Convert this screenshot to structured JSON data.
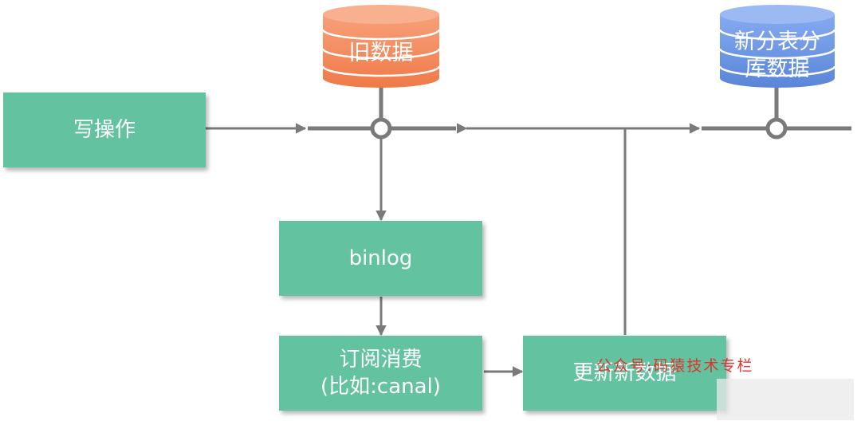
{
  "diagram": {
    "write_box": {
      "label": "写操作"
    },
    "old_db": {
      "label": "旧数据",
      "color": "#f58a5c"
    },
    "new_db": {
      "lines": [
        "新分表分",
        "库数据"
      ],
      "color": "#6b96e0"
    },
    "binlog_box": {
      "label": "binlog"
    },
    "subscribe_box": {
      "line1": "订阅消费",
      "line2": "(比如:canal)"
    },
    "update_box": {
      "label": "更新新数据"
    },
    "box_color": "#63c2a0",
    "line_color": "#7a7a7a"
  },
  "watermark": {
    "text": "公众号:码猿技术专栏"
  }
}
